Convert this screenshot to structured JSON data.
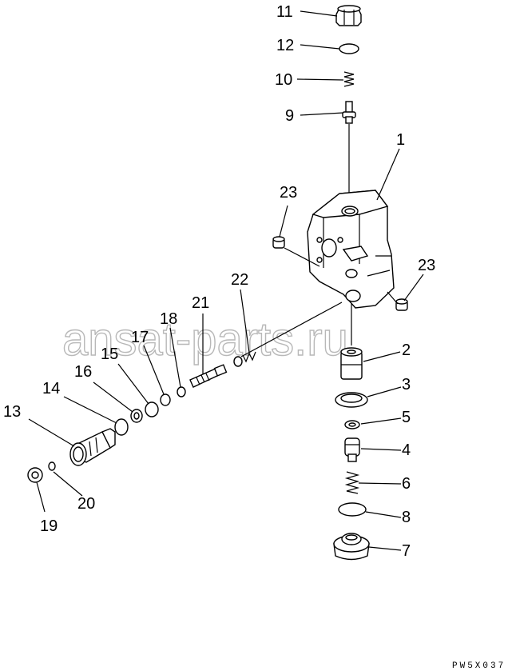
{
  "drawing_code": "PW5X037",
  "watermark": "ansat-parts.ru",
  "callouts": {
    "c1": "1",
    "c2": "2",
    "c3": "3",
    "c4": "4",
    "c5": "5",
    "c6": "6",
    "c7": "7",
    "c8": "8",
    "c9": "9",
    "c10": "10",
    "c11": "11",
    "c12": "12",
    "c13": "13",
    "c14": "14",
    "c15": "15",
    "c16": "16",
    "c17": "17",
    "c18": "18",
    "c19": "19",
    "c20": "20",
    "c21": "21",
    "c22": "22",
    "c23a": "23",
    "c23b": "23"
  }
}
